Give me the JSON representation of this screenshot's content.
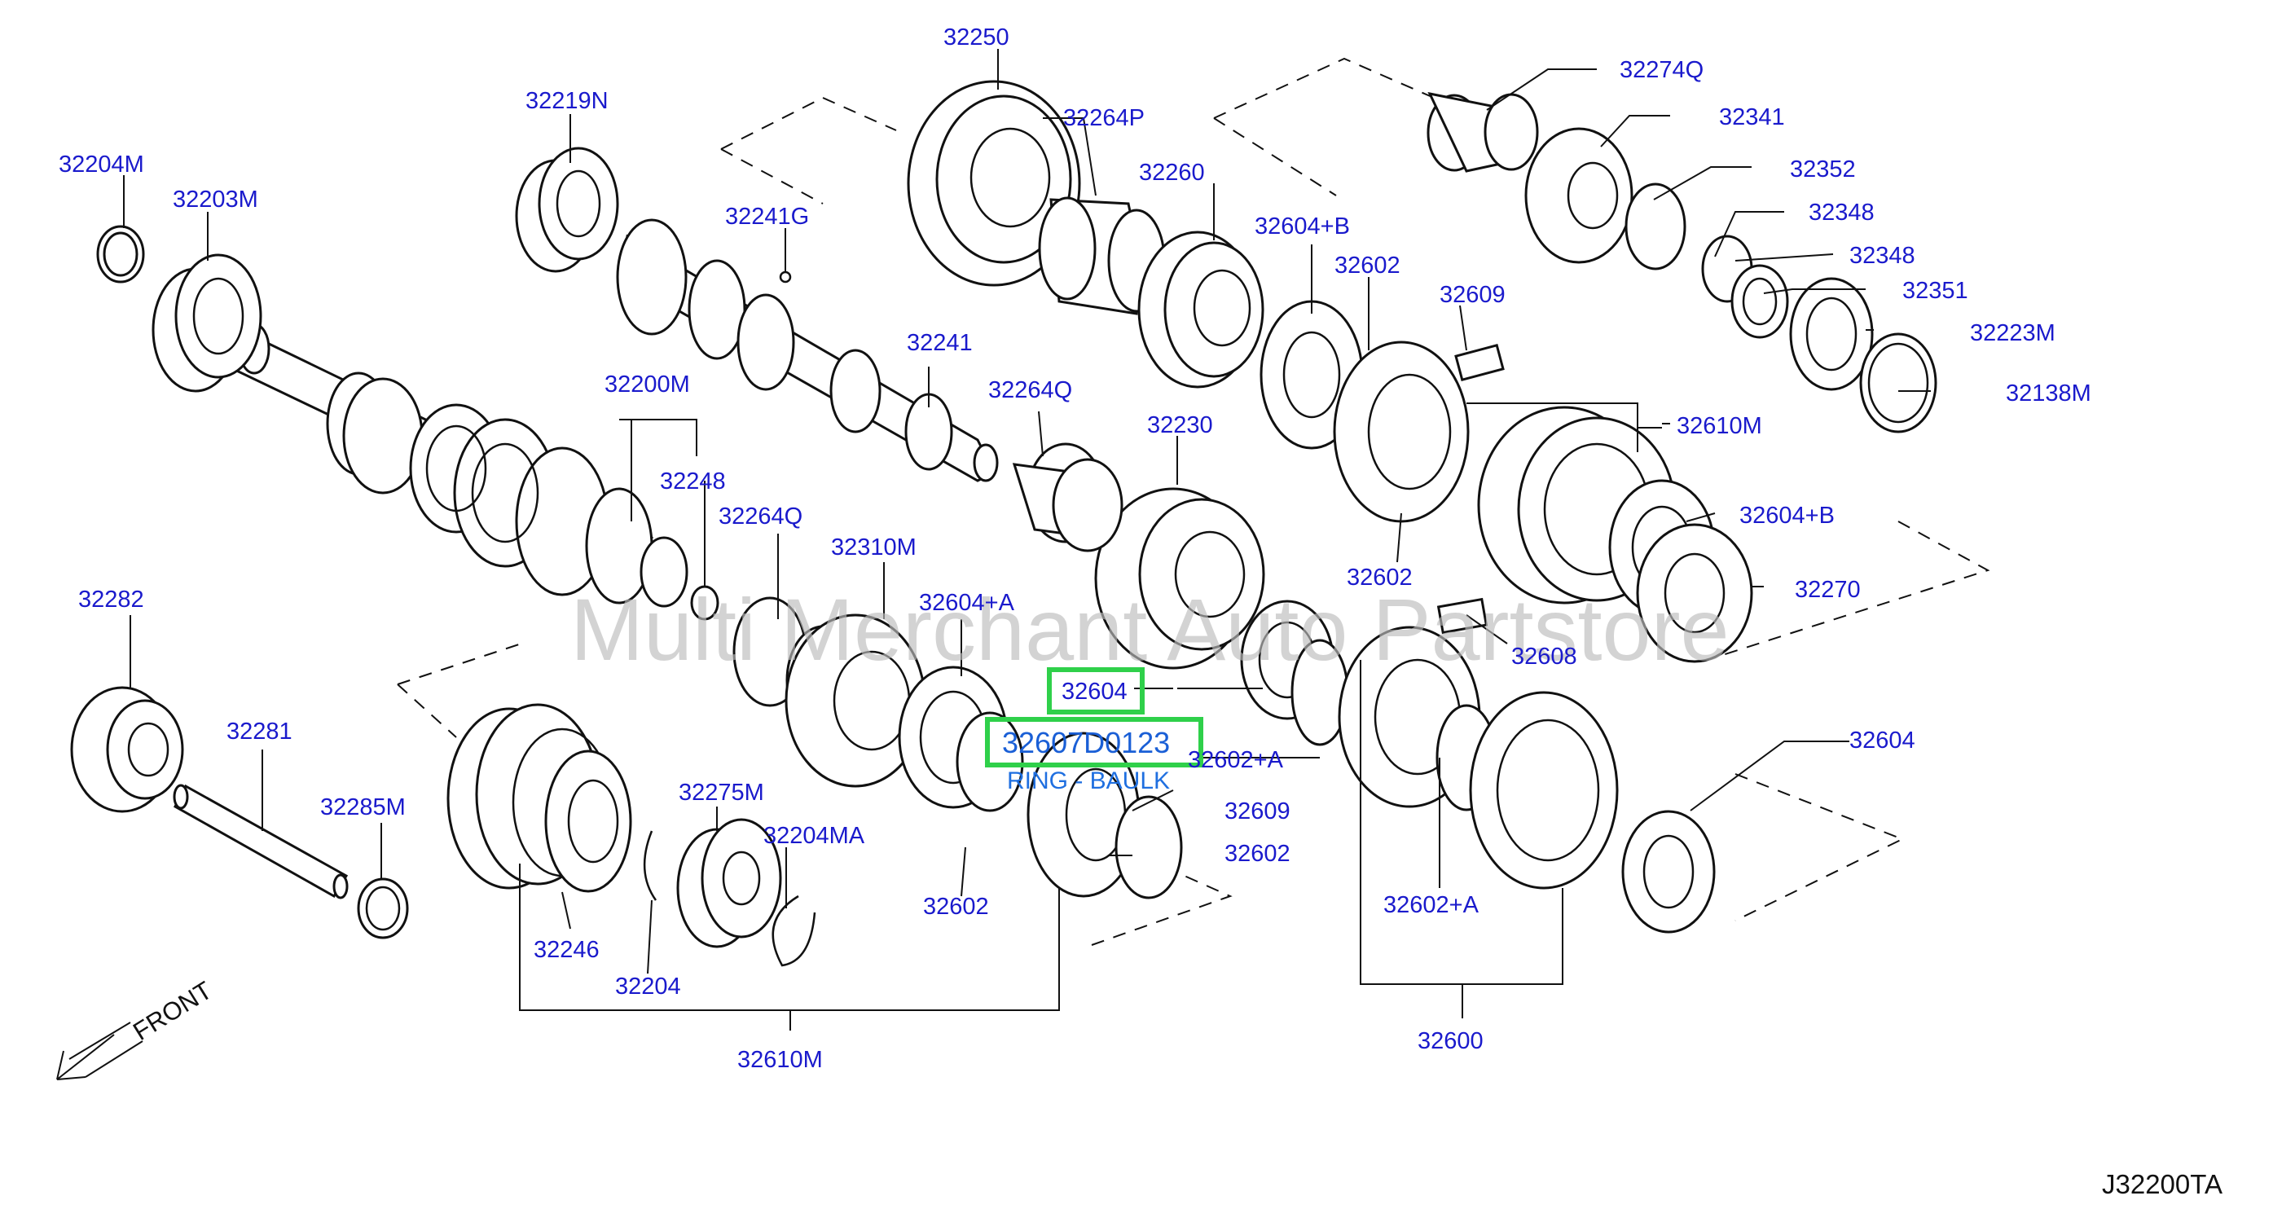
{
  "diagram_code": "J32200TA",
  "front_label": "FRONT",
  "watermark": "Multi Merchant Auto Partstore",
  "highlight": {
    "box_small_label": "32604",
    "part_number": "32607D0123",
    "description": "RING - BAULK",
    "color": "#2fd04a"
  },
  "labels": {
    "p32250": "32250",
    "p32219N": "32219N",
    "p32204M": "32204M",
    "p32203M": "32203M",
    "p32264P": "32264P",
    "p32241G": "32241G",
    "p32260": "32260",
    "p32274Q": "32274Q",
    "p32341": "32341",
    "p32352": "32352",
    "p32348a": "32348",
    "p32348b": "32348",
    "p32351": "32351",
    "p32223M": "32223M",
    "p32138M": "32138M",
    "p32604B_top": "32604+B",
    "p32602_top": "32602",
    "p32609_top": "32609",
    "p32610M_right": "32610M",
    "p32241": "32241",
    "p32264Q_top": "32264Q",
    "p32200M": "32200M",
    "p32248": "32248",
    "p32264Q_mid": "32264Q",
    "p32230": "32230",
    "p32604B_right": "32604+B",
    "p32602_mid": "32602",
    "p32270": "32270",
    "p32310M": "32310M",
    "p32604A": "32604+A",
    "p32282": "32282",
    "p32608": "32608",
    "p32281": "32281",
    "p32602A_mid": "32602+A",
    "p32604_right": "32604",
    "p32285M": "32285M",
    "p32275M": "32275M",
    "p32609_mid": "32609",
    "p32204MA": "32204MA",
    "p32602_right": "32602",
    "p32602_bottom": "32602",
    "p32602A_bottom": "32602+A",
    "p32246": "32246",
    "p32204": "32204",
    "p32600": "32600",
    "p32610M_bottom": "32610M"
  }
}
